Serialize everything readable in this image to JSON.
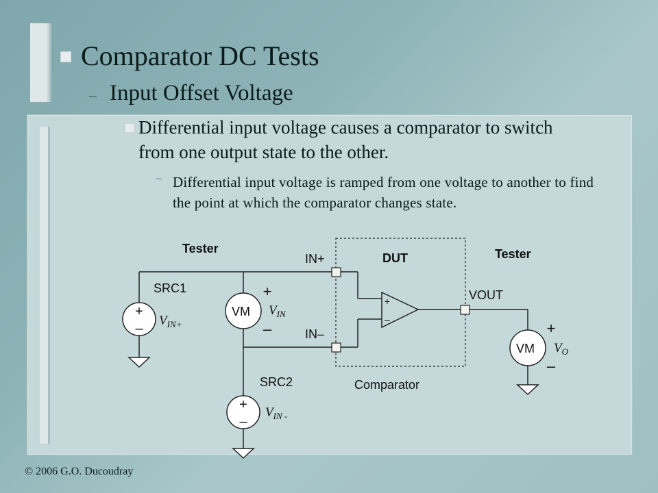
{
  "slide": {
    "title": "Comparator DC Tests",
    "subtitle": "Input Offset Voltage",
    "bullet": "Differential input voltage causes a comparator to switch from one output state to the other.",
    "sub_bullet": "Differential input voltage is ramped from one voltage to another to find the point at which the comparator changes state.",
    "footer": "© 2006 G.O. Ducoudray",
    "dash": "–"
  },
  "diagram": {
    "tester_left": "Tester",
    "tester_right": "Tester",
    "dut": "DUT",
    "in_plus": "IN+",
    "in_minus": "IN–",
    "vout": "VOUT",
    "src1": "SRC1",
    "src2": "SRC2",
    "comparator": "Comparator",
    "vm_left": "VM",
    "vm_right": "VM",
    "plus_sign": "+",
    "minus_sign": "–",
    "vin_plus_main": "V",
    "vin_plus_sub": "IN+",
    "vin_main": "V",
    "vin_sub": "IN",
    "vin_minus_main": "V",
    "vin_minus_sub": "IN -",
    "vo_main": "V",
    "vo_sub": "O"
  }
}
